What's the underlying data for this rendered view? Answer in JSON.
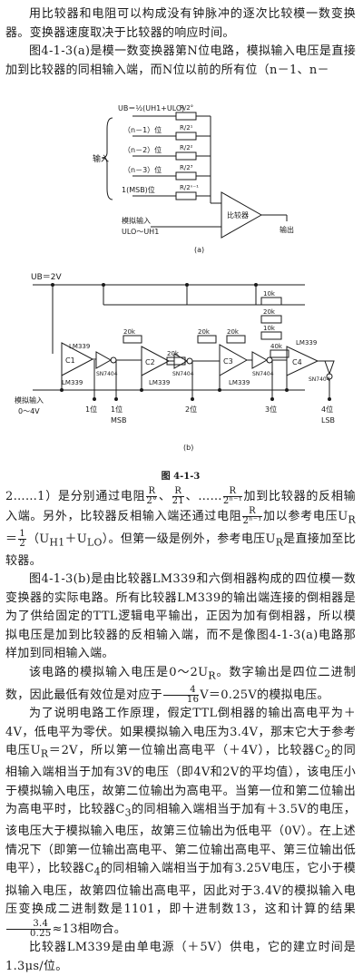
{
  "paragraphs": {
    "p1": "用比较器和电阻可以构成没有钟脉冲的逐次比较模一数变换器。变换器速度取决于比较器的响应时间。",
    "p2": "图4-1-3(a)是模一数变换器第N位电路，模拟输入电压是直接加到比较器的同相输入端，而N位以前的所有位（n－1、n－",
    "p3a": "2……1）是分别通过电阻",
    "p3b": "、",
    "p3c": "、……",
    "p3d": "加到比较器的反相输入端。另外，比较器反相输入端还通过电阻",
    "p3e": "加以参考电压",
    "p3f": "。但第一级是例外，参考电压U",
    "p3g": "是直接加至比较器。",
    "p4": "图4-1-3(b)是由比较器LM339和六倒相器构成的四位模一数变换器的实际电路。所有比较器LM339的输出端连接的倒相器是为了供给固定的TTL逻辑电平输出，正因为加有倒相器，所以模拟电压是加到比较器的反相输入端，而不是像图4-1-3(a)电路那样加到同相输入端。",
    "p5a": "该电路的模拟输入电压是0～2U",
    "p5b": "。数字输出是四位二进制数，因此最低有效位是对应于",
    "p5c": "V＝0.25V的模拟电压。",
    "p6a": "为了说明电路工作原理，假定TTL倒相器的输出高电平为＋4V，低电平为零伏。如果模拟输入电压为3.4V，那末它大于参考电压U",
    "p6b": "＝2V，所以第一位输出高电平（＋4V），比较器C",
    "p6c": "的同相输入端相当于加有3V的电压（即4V和2V的平均值），该电压小于模拟输入电压，故第二位输出为高电平。当第一位和第二位输出为高电平时，比较器C",
    "p6d": "的同相输入端相当于加有＋3.5V的电压，该电压大于模拟输入电压，故第三位输出为低电平（0V）。在上述情况下（即第一位输出高电平、第二位输出高电平、第三位输出低电平），比较器C",
    "p6e": "的同相输入端相当于加有3.25V电压，它小于模拟输入电压，故第四位输出高电平，因此对于3.4V的模拟输入电压变换成二进制数是1101，即十进制数13，这和计算的结果",
    "p6f": "≈13相吻合。",
    "p7": "比较器LM339是由单电源（＋5V）供电，它的建立时间是1.3μs/位。"
  },
  "formula": {
    "r": "R",
    "d20": "2°",
    "d21": "21",
    "d2n": "2ⁿ⁻¹",
    "uref": "U",
    "sub_r": "R",
    "eq_half": "＝",
    "half_num": "1",
    "half_den": "2",
    "uh1": "（U",
    "h1": "H1",
    "plus": "＋U",
    "lo": "LO",
    "close": "）",
    "four": "4",
    "sixteen": "16",
    "n34": "3.4",
    "n025": "0.25",
    "sub2": "2",
    "sub3": "3",
    "sub4": "4"
  },
  "figure_a": {
    "inputs": [
      "UB＝½(UH1+ULO)",
      "（n－1）位",
      "（n－2）位",
      "（n－3）位",
      "1(MSB)位"
    ],
    "vertical_label": "输入",
    "resistors": [
      "R/2°",
      "R/2¹",
      "R/2²",
      "R/2³",
      "R/2ⁿ⁻¹"
    ],
    "analog_label": "模拟输入",
    "analog_range": "ULO～UH1",
    "comparator": "比较器",
    "output": "输出",
    "sub_caption": "(a)"
  },
  "figure_b": {
    "supply": "UB＝2V",
    "comparators": [
      "C1",
      "C2",
      "C3",
      "C4"
    ],
    "ic_top": [
      "LM339",
      "LM339"
    ],
    "ic_bottom": [
      "LM339",
      "LM339",
      "LM339"
    ],
    "inverters": [
      "SN7404",
      "SN7404",
      "SN7404",
      "SN7404"
    ],
    "resistor_20k": "20k",
    "resistor_10k": "10k",
    "resistor_40k": "40k",
    "analog_label": "模拟输入",
    "analog_range": "0～4V",
    "bits": [
      "1位",
      "1位",
      "2位",
      "3位",
      "4位"
    ],
    "msb": "MSB",
    "lsb": "LSB",
    "sub_caption": "(b)"
  },
  "caption": "图 4-1-3"
}
